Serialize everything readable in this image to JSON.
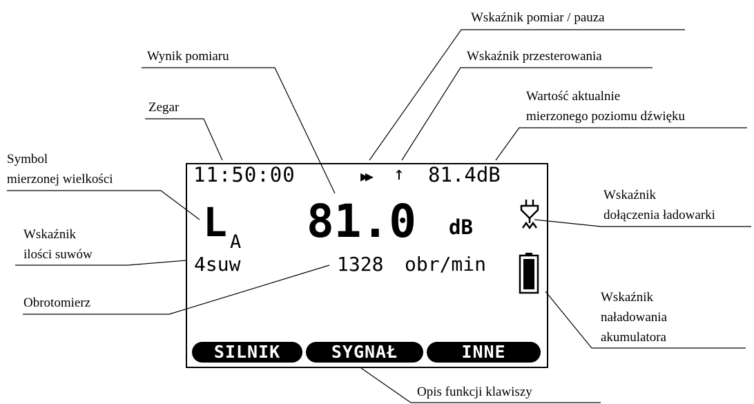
{
  "display": {
    "clock": "11:50:00",
    "play_pause_indicator": "▶▶",
    "overload_indicator": "↑",
    "current_level": "81.4dB",
    "quantity_symbol_main": "L",
    "quantity_symbol_sub": "A",
    "result_value": "81.0",
    "result_unit": "dB",
    "stroke_mode": "4suw",
    "rpm_value": "1328",
    "rpm_unit": "obr/min",
    "softkeys": [
      "SILNIK",
      "SYGNAŁ",
      "INNE"
    ],
    "battery_level": 1.0
  },
  "callouts": {
    "pomiar_pauza": "Wskaźnik pomiar / pauza",
    "wynik": "Wynik pomiaru",
    "przesterowanie": "Wskaźnik przesterowania",
    "wartosc_line1": "Wartość aktualnie",
    "wartosc_line2": "mierzonego poziomu dźwięku",
    "zegar": "Zegar",
    "symbol_line1": "Symbol",
    "symbol_line2": "mierzonej wielkości",
    "ladowarka_line1": "Wskaźnik",
    "ladowarka_line2": "dołączenia ładowarki",
    "suwy_line1": "Wskaźnik",
    "suwy_line2": "ilości suwów",
    "obrotomierz": "Obrotomierz",
    "akumulator_line1": "Wskaźnik",
    "akumulator_line2": "naładowania",
    "akumulator_line3": "akumulatora",
    "klawisze": "Opis funkcji klawiszy"
  },
  "icons": {
    "charger": "plug-icon",
    "battery": "battery-icon"
  }
}
